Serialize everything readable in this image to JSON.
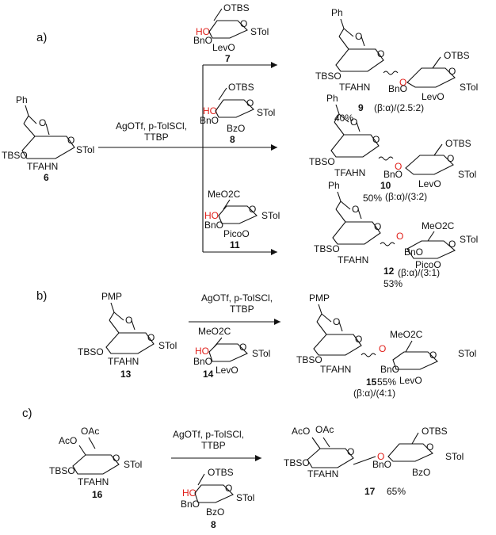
{
  "sections": {
    "a": "a)",
    "b": "b)",
    "c": "c)"
  },
  "reagents": {
    "r1": "AgOTf, p-TolSCl,",
    "r2": "TTBP"
  },
  "labels": {
    "ph": "Ph",
    "pmp": "PMP",
    "o": "O",
    "ho": "HO",
    "otbs": "OTBS",
    "stol": "STol",
    "tbso": "TBSO",
    "tfahn": "TFAHN",
    "bno": "BnO",
    "levo": "LevO",
    "bzo": "BzO",
    "picoo": "PicoO",
    "meo2c": "MeO2C",
    "aco": "AcO",
    "oac": "OAc"
  },
  "compounds": {
    "c6": "6",
    "c7": "7",
    "c8": "8",
    "c9": "9",
    "c10": "10",
    "c11": "11",
    "c12": "12",
    "c13": "13",
    "c14": "14",
    "c15": "15",
    "c16": "16",
    "c17": "17"
  },
  "yields": {
    "y9": "40%",
    "y10": "50%",
    "y12": "53%",
    "y15": "55%",
    "y17": "65%"
  },
  "ratios": {
    "r9": "(β:α)/(2.5:2)",
    "r10": "(β:α)/(3:2)",
    "r12": "(β:α)/(3:1)",
    "r15": "(β:α)/(4:1)"
  },
  "colors": {
    "linkage_oxygen": "#e0201b",
    "text": "#111111"
  }
}
